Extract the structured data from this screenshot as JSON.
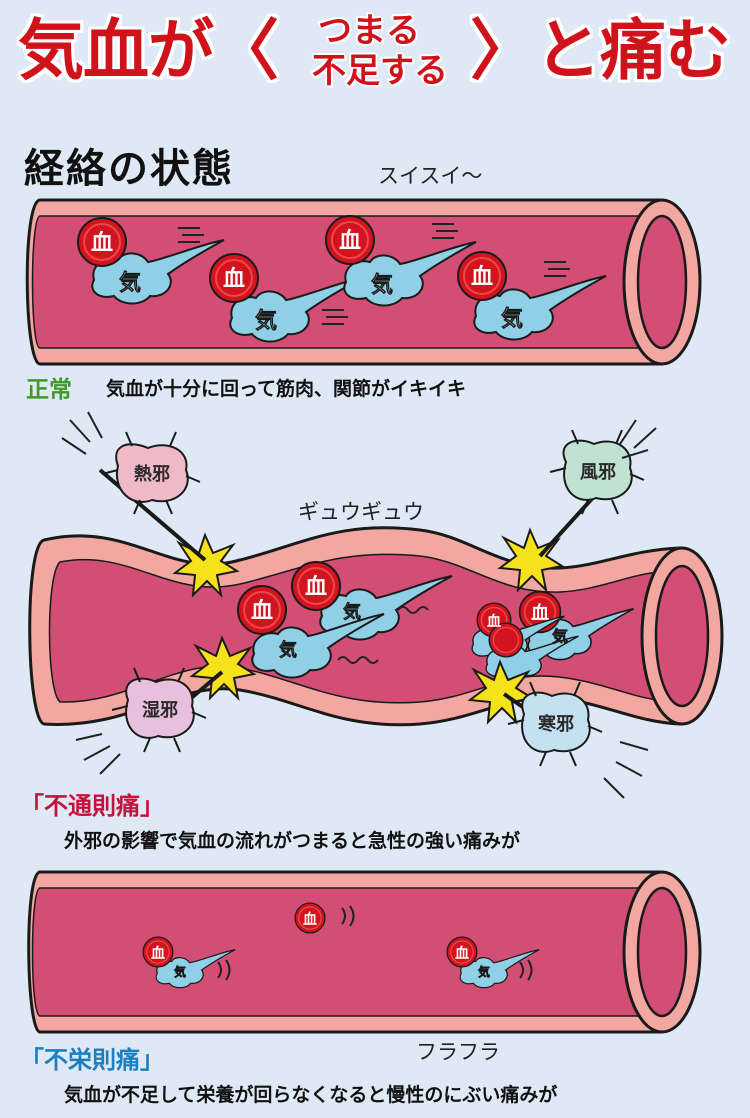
{
  "title": {
    "main_left": "気血が〈",
    "stack_top": "つまる",
    "stack_bottom": "不足する",
    "main_right": "〉と痛む"
  },
  "section_title": "経絡の状態",
  "onomatopoeia": {
    "normal": "スイスイ～",
    "blocked": "ギュウギュウ",
    "weak": "フラフラ"
  },
  "cell_labels": {
    "blood": "血",
    "qi": "気"
  },
  "evils": {
    "heat": "熱邪",
    "wind": "風邪",
    "damp": "湿邪",
    "cold": "寒邪"
  },
  "states": {
    "normal": {
      "label": "正常",
      "description": "気血が十分に回って筋肉、関節がイキイキ"
    },
    "blocked": {
      "label": "「不通則痛」",
      "description": "外邪の影響で気血の流れがつまると急性の強い痛みが"
    },
    "deficient": {
      "label": "「不栄則痛」",
      "description": "気血が不足して栄養が回らなくなると慢性のにぶい痛みが"
    }
  },
  "colors": {
    "title_red": "#d0121b",
    "vessel_outer": "#f2a8a0",
    "vessel_inner": "#d24e74",
    "blood_cell": "#d2141f",
    "qi_cloud": "#8fd0e6",
    "background": "#dfe9f6"
  }
}
